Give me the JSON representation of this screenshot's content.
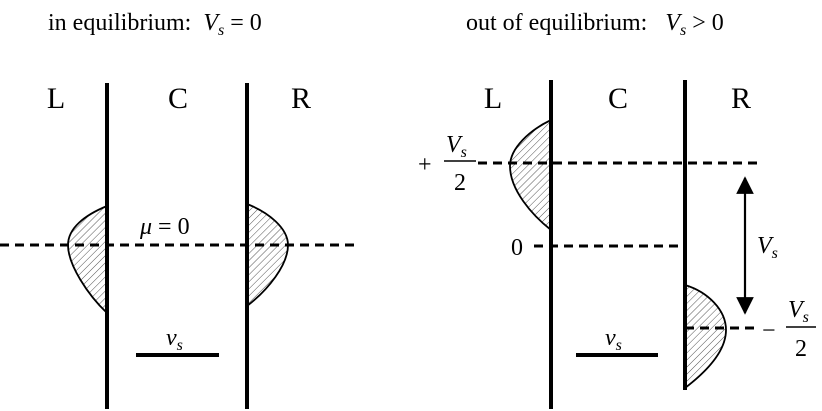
{
  "left_panel": {
    "title_text": "in equilibrium:",
    "title_math_symbol": "V",
    "title_math_subscript": "s",
    "title_math_relation": "= 0",
    "region_left": "L",
    "region_center": "C",
    "region_right": "R",
    "mu_symbol": "μ",
    "mu_relation": "= 0",
    "level_symbol": "v",
    "level_subscript": "s"
  },
  "right_panel": {
    "title_text": "out of equilibrium:",
    "title_math_symbol": "V",
    "title_math_subscript": "s",
    "title_math_relation": "> 0",
    "region_left": "L",
    "region_center": "C",
    "region_right": "R",
    "upper_sign": "+",
    "upper_num_symbol": "V",
    "upper_num_subscript": "s",
    "upper_den": "2",
    "zero_label": "0",
    "lower_sign": "−",
    "lower_num_symbol": "V",
    "lower_num_subscript": "s",
    "lower_den": "2",
    "bias_symbol": "V",
    "bias_subscript": "s",
    "level_symbol": "v",
    "level_subscript": "s"
  }
}
